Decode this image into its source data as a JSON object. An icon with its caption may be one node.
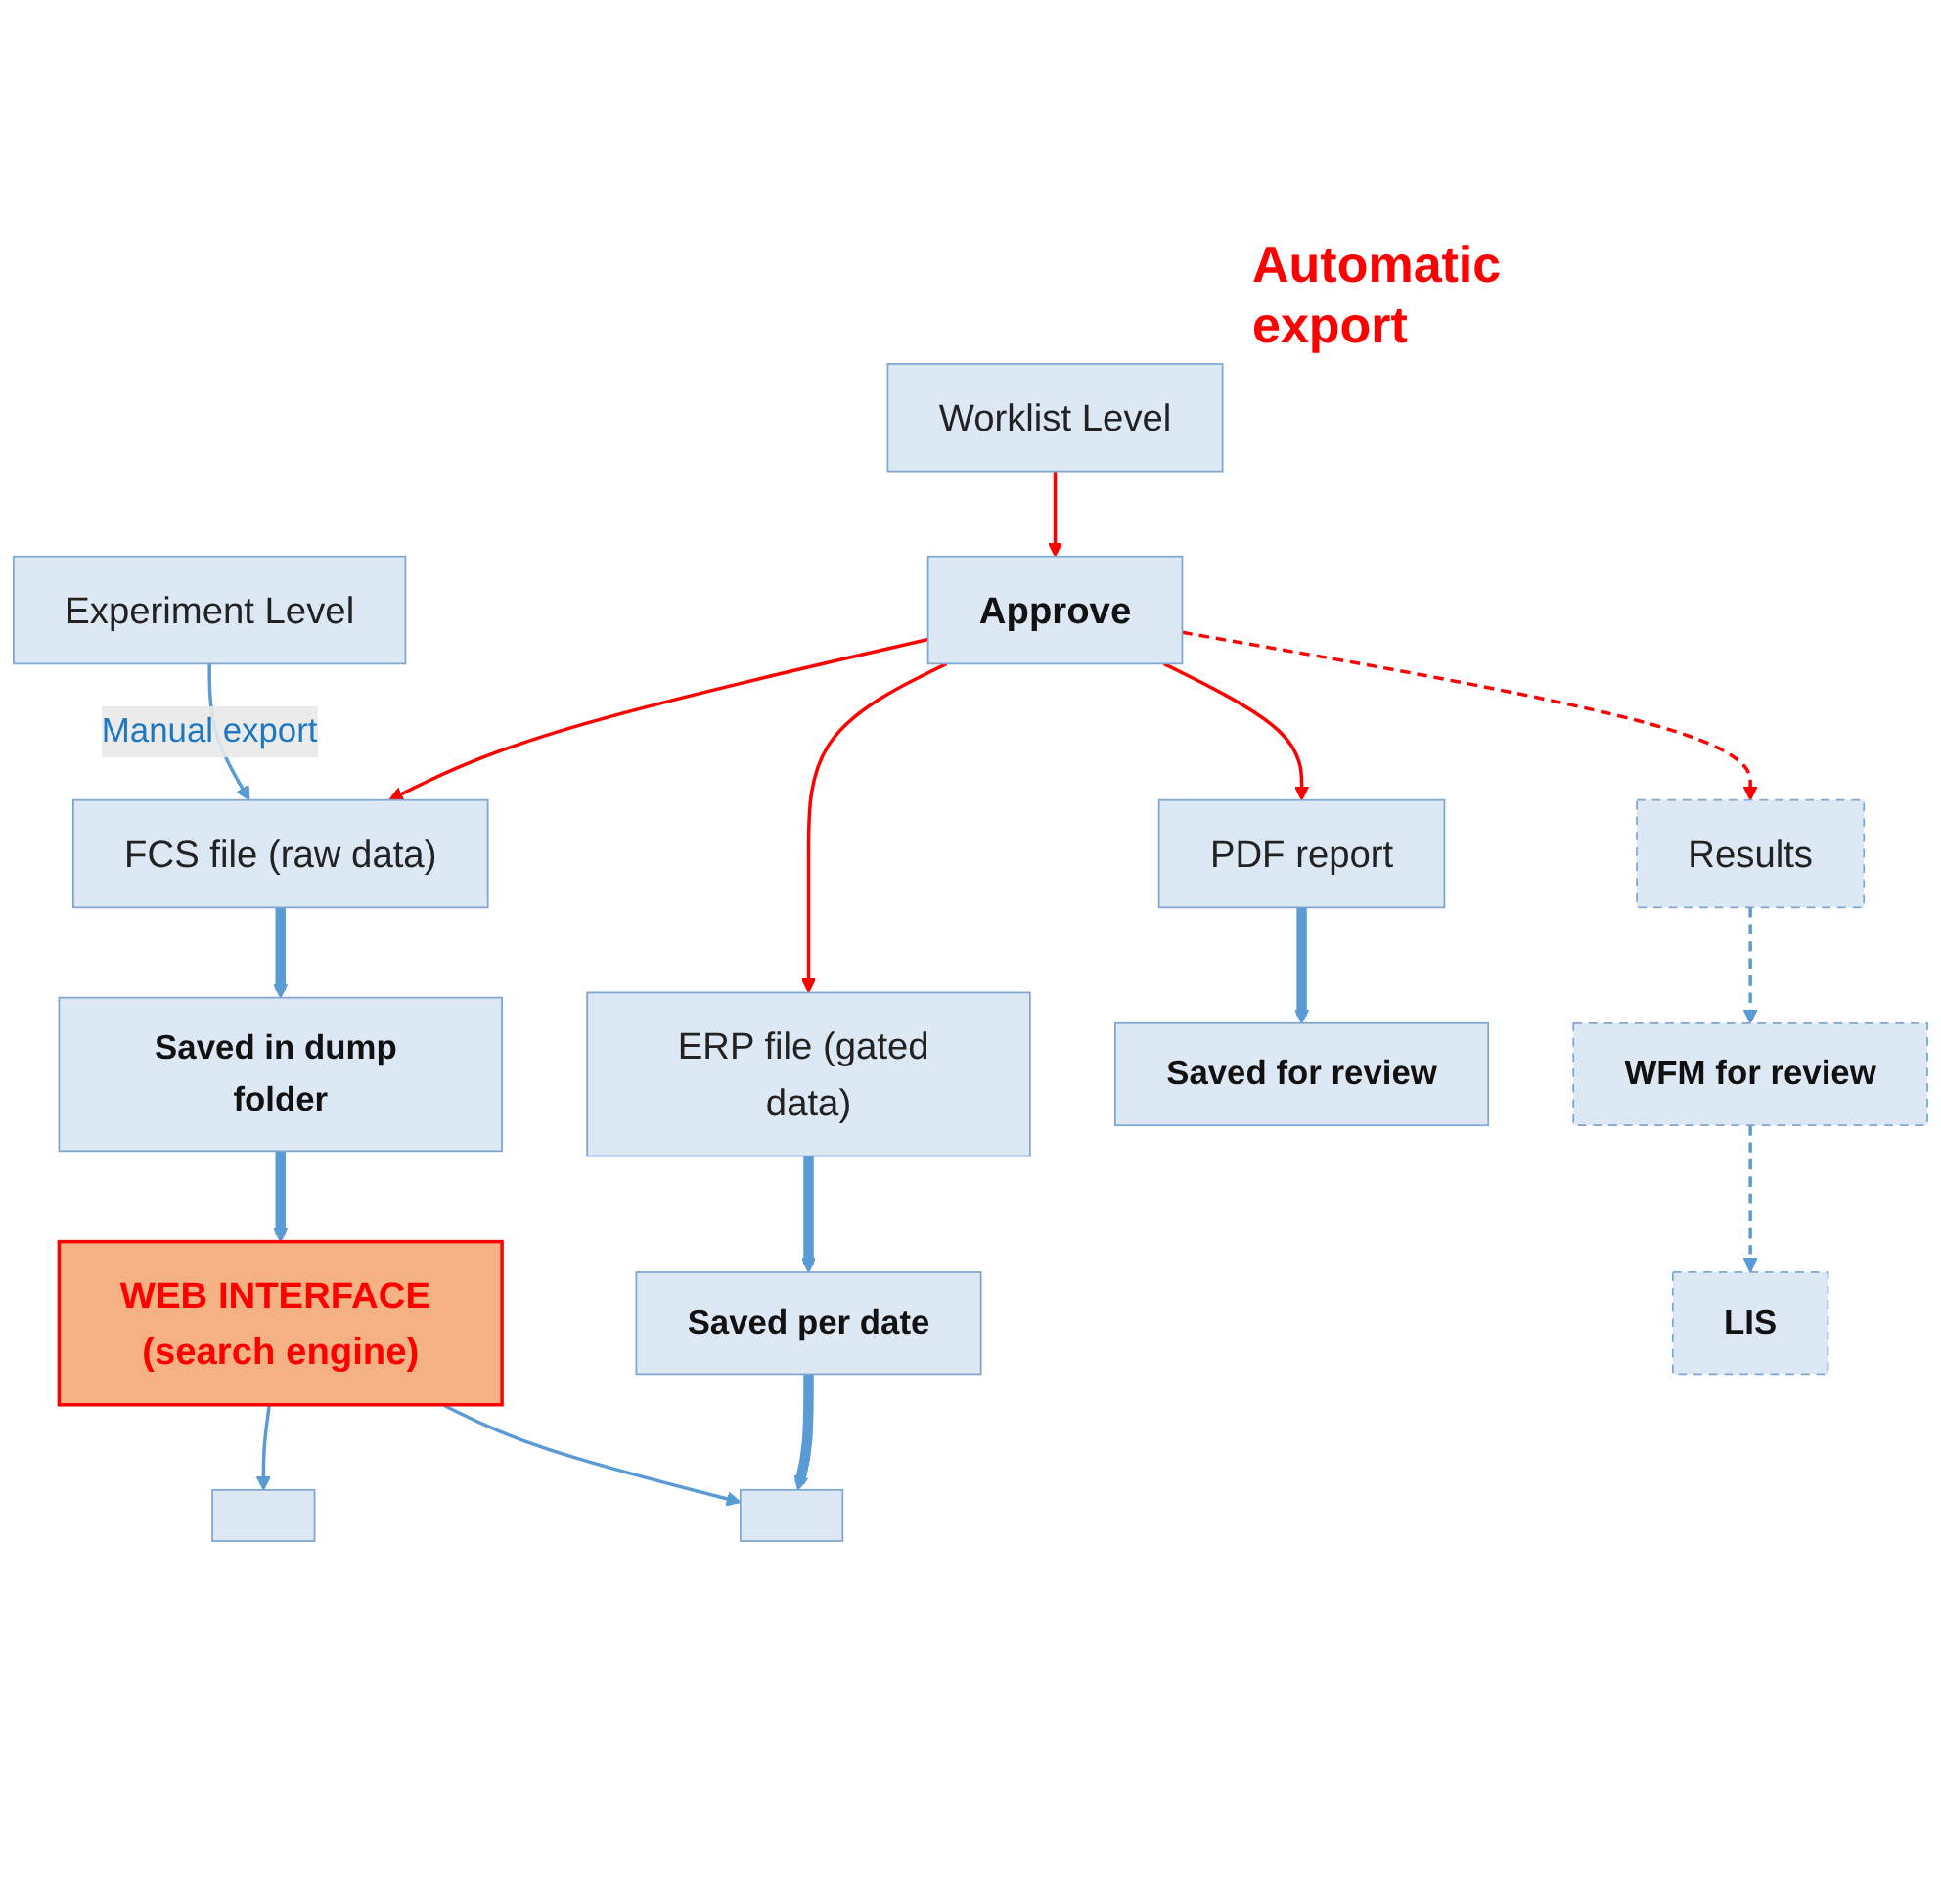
{
  "diagram": {
    "nodes": [
      {
        "text": [
          "Experiment Level"
        ]
      },
      {
        "text": [
          "Worklist Level"
        ]
      },
      {
        "text": [
          "Approve"
        ]
      },
      {
        "text": [
          "FCS file (raw data)"
        ]
      },
      {
        "text": [
          "ERP file (gated data)"
        ]
      },
      {
        "text": [
          "PDF report"
        ]
      },
      {
        "text": [
          "Results"
        ]
      },
      {
        "text": [
          "Saved in dump folder"
        ]
      },
      {
        "text": [
          "Saved per date"
        ]
      },
      {
        "text": [
          "Saved for review"
        ]
      },
      {
        "text": [
          "WFM for review"
        ]
      },
      {
        "text": [
          "WEB INTERFACE (search engine)"
        ]
      },
      {
        "text": [
          "LIS"
        ]
      },
      {
        "text": [],
        "shape": "box"
      },
      {
        "text": [],
        "shape": "box"
      }
    ],
    "edges": [
      {
        "from": 0,
        "to": 3,
        "arrow": "to",
        "label": "Manual export"
      },
      {
        "from": 1,
        "to": 2,
        "arrow": "to",
        "color": "#ff0000"
      },
      {
        "from": 2,
        "to": 3,
        "arrow": "to",
        "color": "#ff0000"
      },
      {
        "from": 2,
        "to": 4,
        "arrow": "to",
        "color": "#ff0000"
      },
      {
        "from": 2,
        "to": 5,
        "arrow": "to",
        "color": "#ff0000"
      },
      {
        "from": 2,
        "to": 6,
        "arrow": "to",
        "style": "dashed",
        "color": "#ff0000"
      },
      {
        "from": 3,
        "to": 7,
        "arrow": "to",
        "style": "thick"
      },
      {
        "from": 4,
        "to": 8,
        "arrow": "to",
        "style": "thick"
      },
      {
        "from": 5,
        "to": 9,
        "arrow": "to",
        "style": "thick"
      },
      {
        "from": 6,
        "to": 10,
        "arrow": "to",
        "style": "dashed"
      },
      {
        "from": 7,
        "to": 11,
        "arrow": "to",
        "style": "thick"
      },
      {
        "from": 8,
        "to": 14,
        "arrow": "to",
        "style": "thick"
      },
      {
        "from": 10,
        "to": 12,
        "arrow": "to",
        "style": "dashed"
      },
      {
        "from": 11,
        "to": 13,
        "arrow": "to"
      },
      {
        "from": 11,
        "to": 14,
        "arrow": "to"
      }
    ],
    "labels": [
      "Automatic export"
    ]
  }
}
